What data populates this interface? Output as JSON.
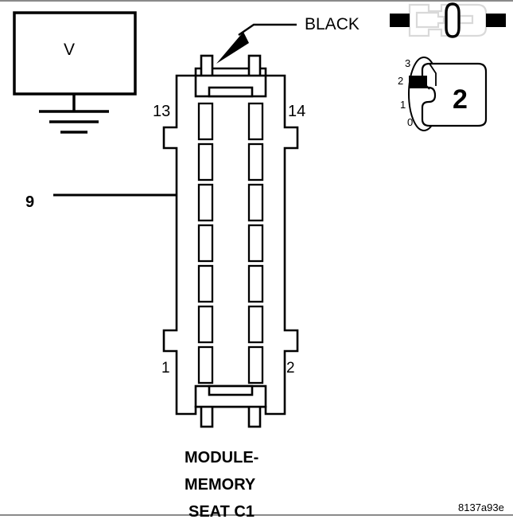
{
  "diagram": {
    "title_lines": [
      "MODULE-",
      "MEMORY",
      "SEAT C1"
    ],
    "figure_code": "8137a93e",
    "wire_color_label": "BLACK",
    "meter_label": "V",
    "probe_pin_label": "9",
    "pin_corner_labels": {
      "top_left": "13",
      "top_right": "14",
      "bottom_left": "1",
      "bottom_right": "2"
    },
    "connector": {
      "name": "MODULE-MEMORY SEAT C1",
      "pin_count": 14,
      "rows": 7,
      "columns": 2,
      "highlighted_pin": "9",
      "highlighted_pin_row": 3,
      "highlighted_pin_column": "left"
    },
    "depth_indicator": {
      "scale": [
        "3",
        "2",
        "1",
        "0"
      ],
      "marker_position": "2",
      "value": "2"
    },
    "icons": {
      "meter": "voltmeter-icon",
      "ground": "ground-symbol-icon",
      "mating": "connector-mating-icon",
      "depth": "connector-depth-icon",
      "pointer": "arrow-pointer-icon",
      "leader": "leader-arrow-icon"
    },
    "colors": {
      "line": "#000000",
      "ghost": "#d9d9d9",
      "background": "#ffffff",
      "border": "#8a8a8a"
    }
  }
}
